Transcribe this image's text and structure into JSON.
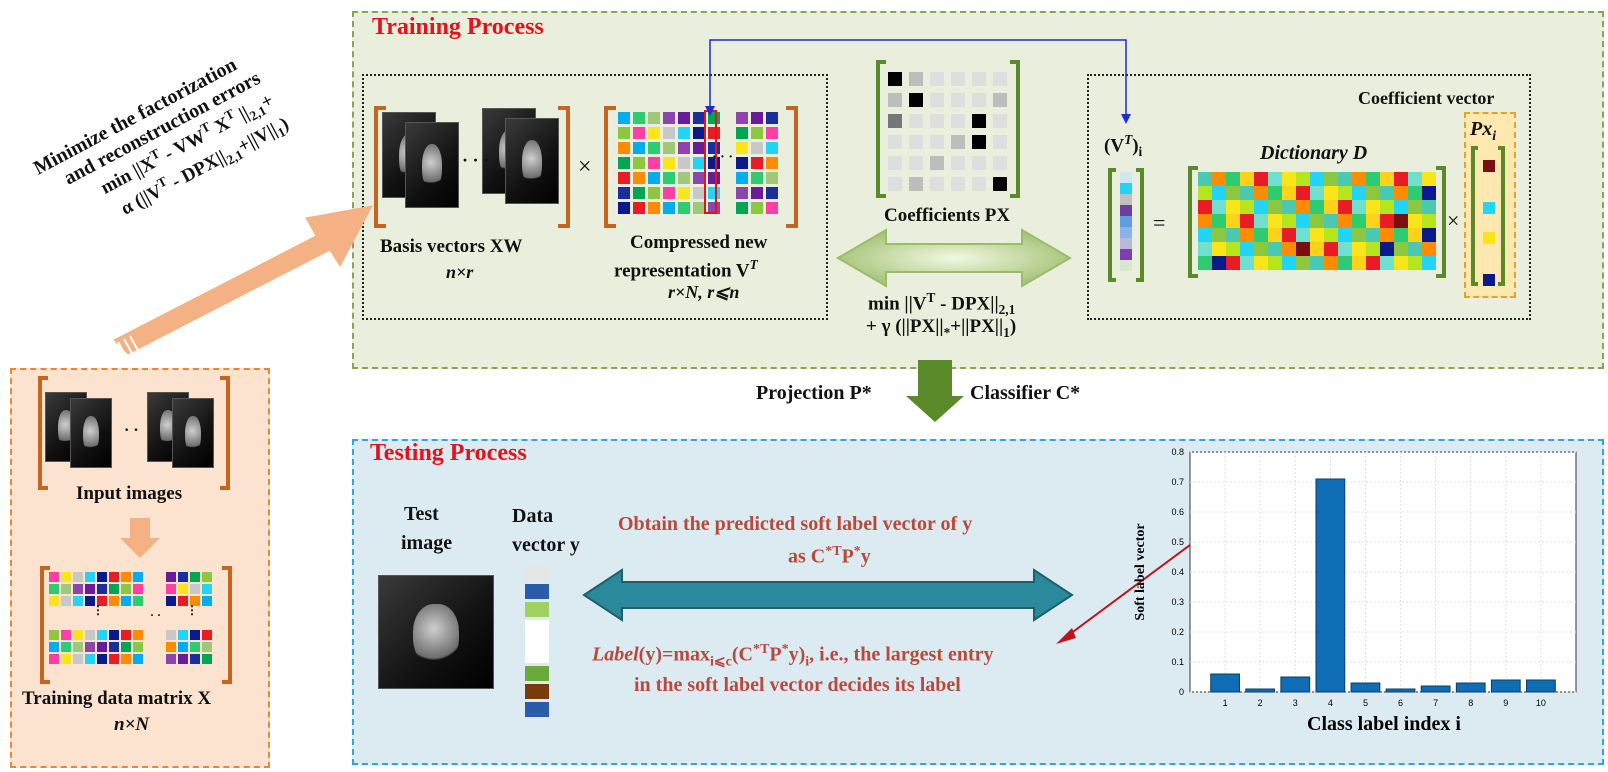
{
  "training": {
    "title": "Training Process",
    "basis_label": "Basis vectors XW",
    "basis_dim": "n×r",
    "compressed_label1": "Compressed new",
    "compressed_label2": "representation V",
    "compressed_label2_sup": "T",
    "compressed_dim": "r×N, r⩽n",
    "times": "×",
    "dots": "· · ·",
    "coeff_label": "Coefficients PX",
    "coeff_vector_label": "Coefficient vector",
    "vt_i": "(V",
    "vt_i_sup": "T",
    "vt_i_close": ")",
    "vt_i_sub": "i",
    "equals": "=",
    "dictionary_label": "Dictionary D",
    "px_i": "Px",
    "px_i_sub": "i",
    "objective_line1": "min ||V",
    "objective_line1_sup": "T",
    "objective_line1_rest": " - DPX||",
    "objective_line1_sub": "2,1",
    "objective_line2": "+ γ (||PX||",
    "objective_line2_sub1": "*",
    "objective_line2_mid": "+||PX||",
    "objective_line2_sub2": "1",
    "objective_line2_end": ")"
  },
  "minimize": {
    "line1": "Minimize the factorization",
    "line2": "and reconstruction errors",
    "line3": "min ||X",
    "line3_sup": "T",
    "line3_mid": " - VW",
    "line3_sup2": "T",
    "line3_mid2": " X",
    "line3_sup3": "T",
    "line3_end": " ||",
    "line3_sub": "2,1",
    "line3_plus": "+",
    "line4": "α (||V",
    "line4_sup": "T",
    "line4_mid": " - DPX||",
    "line4_sub": "2,1",
    "line4_end": "+||V||",
    "line4_sub2": "1",
    "line4_close": ")"
  },
  "input": {
    "images_label": "Input images",
    "dots": "· ·",
    "matrix_label": "Training data matrix X",
    "matrix_dim": "n×N"
  },
  "middle": {
    "projection": "Projection P*",
    "classifier": "Classifier C*"
  },
  "testing": {
    "title": "Testing Process",
    "test_image_l1": "Test",
    "test_image_l2": "image",
    "data_vector_l1": "Data",
    "data_vector_l2": "vector y",
    "predict_l1": "Obtain the predicted soft label vector of y",
    "predict_l2": "as C",
    "predict_l2_sup": "*T",
    "predict_l2_mid": "P",
    "predict_l2_sup2": "*",
    "predict_l2_end": "y",
    "label_l1_a": "Label",
    "label_l1_b": "(y)=max",
    "label_l1_sub": "i⩽c",
    "label_l1_c": "(C",
    "label_l1_sup": "*T",
    "label_l1_d": "P",
    "label_l1_sup2": "*",
    "label_l1_e": "y)",
    "label_l1_sub2": "i",
    "label_l1_f": ", i.e., the largest entry",
    "label_l2": "in the soft label vector decides its label"
  },
  "colors": {
    "bar": "#0e6db4",
    "orange_arrow": "#f4b183",
    "green_arrow": "#5a8a2a",
    "teal_arrow": "#2a8a9c",
    "blue_line": "#1a2ed8",
    "red_line": "#c0141c"
  },
  "chart_data": {
    "type": "bar",
    "categories": [
      "1",
      "2",
      "3",
      "4",
      "5",
      "6",
      "7",
      "8",
      "9",
      "10"
    ],
    "values": [
      0.06,
      0.01,
      0.05,
      0.71,
      0.03,
      0.01,
      0.02,
      0.03,
      0.04,
      0.04
    ],
    "xlabel": "Class label index i",
    "ylabel": "Soft label vector",
    "ylim": [
      0,
      0.8
    ],
    "yticks": [
      "0",
      "0.1",
      "0.2",
      "0.3",
      "0.4",
      "0.5",
      "0.6",
      "0.7",
      "0.8"
    ],
    "grid": true
  }
}
